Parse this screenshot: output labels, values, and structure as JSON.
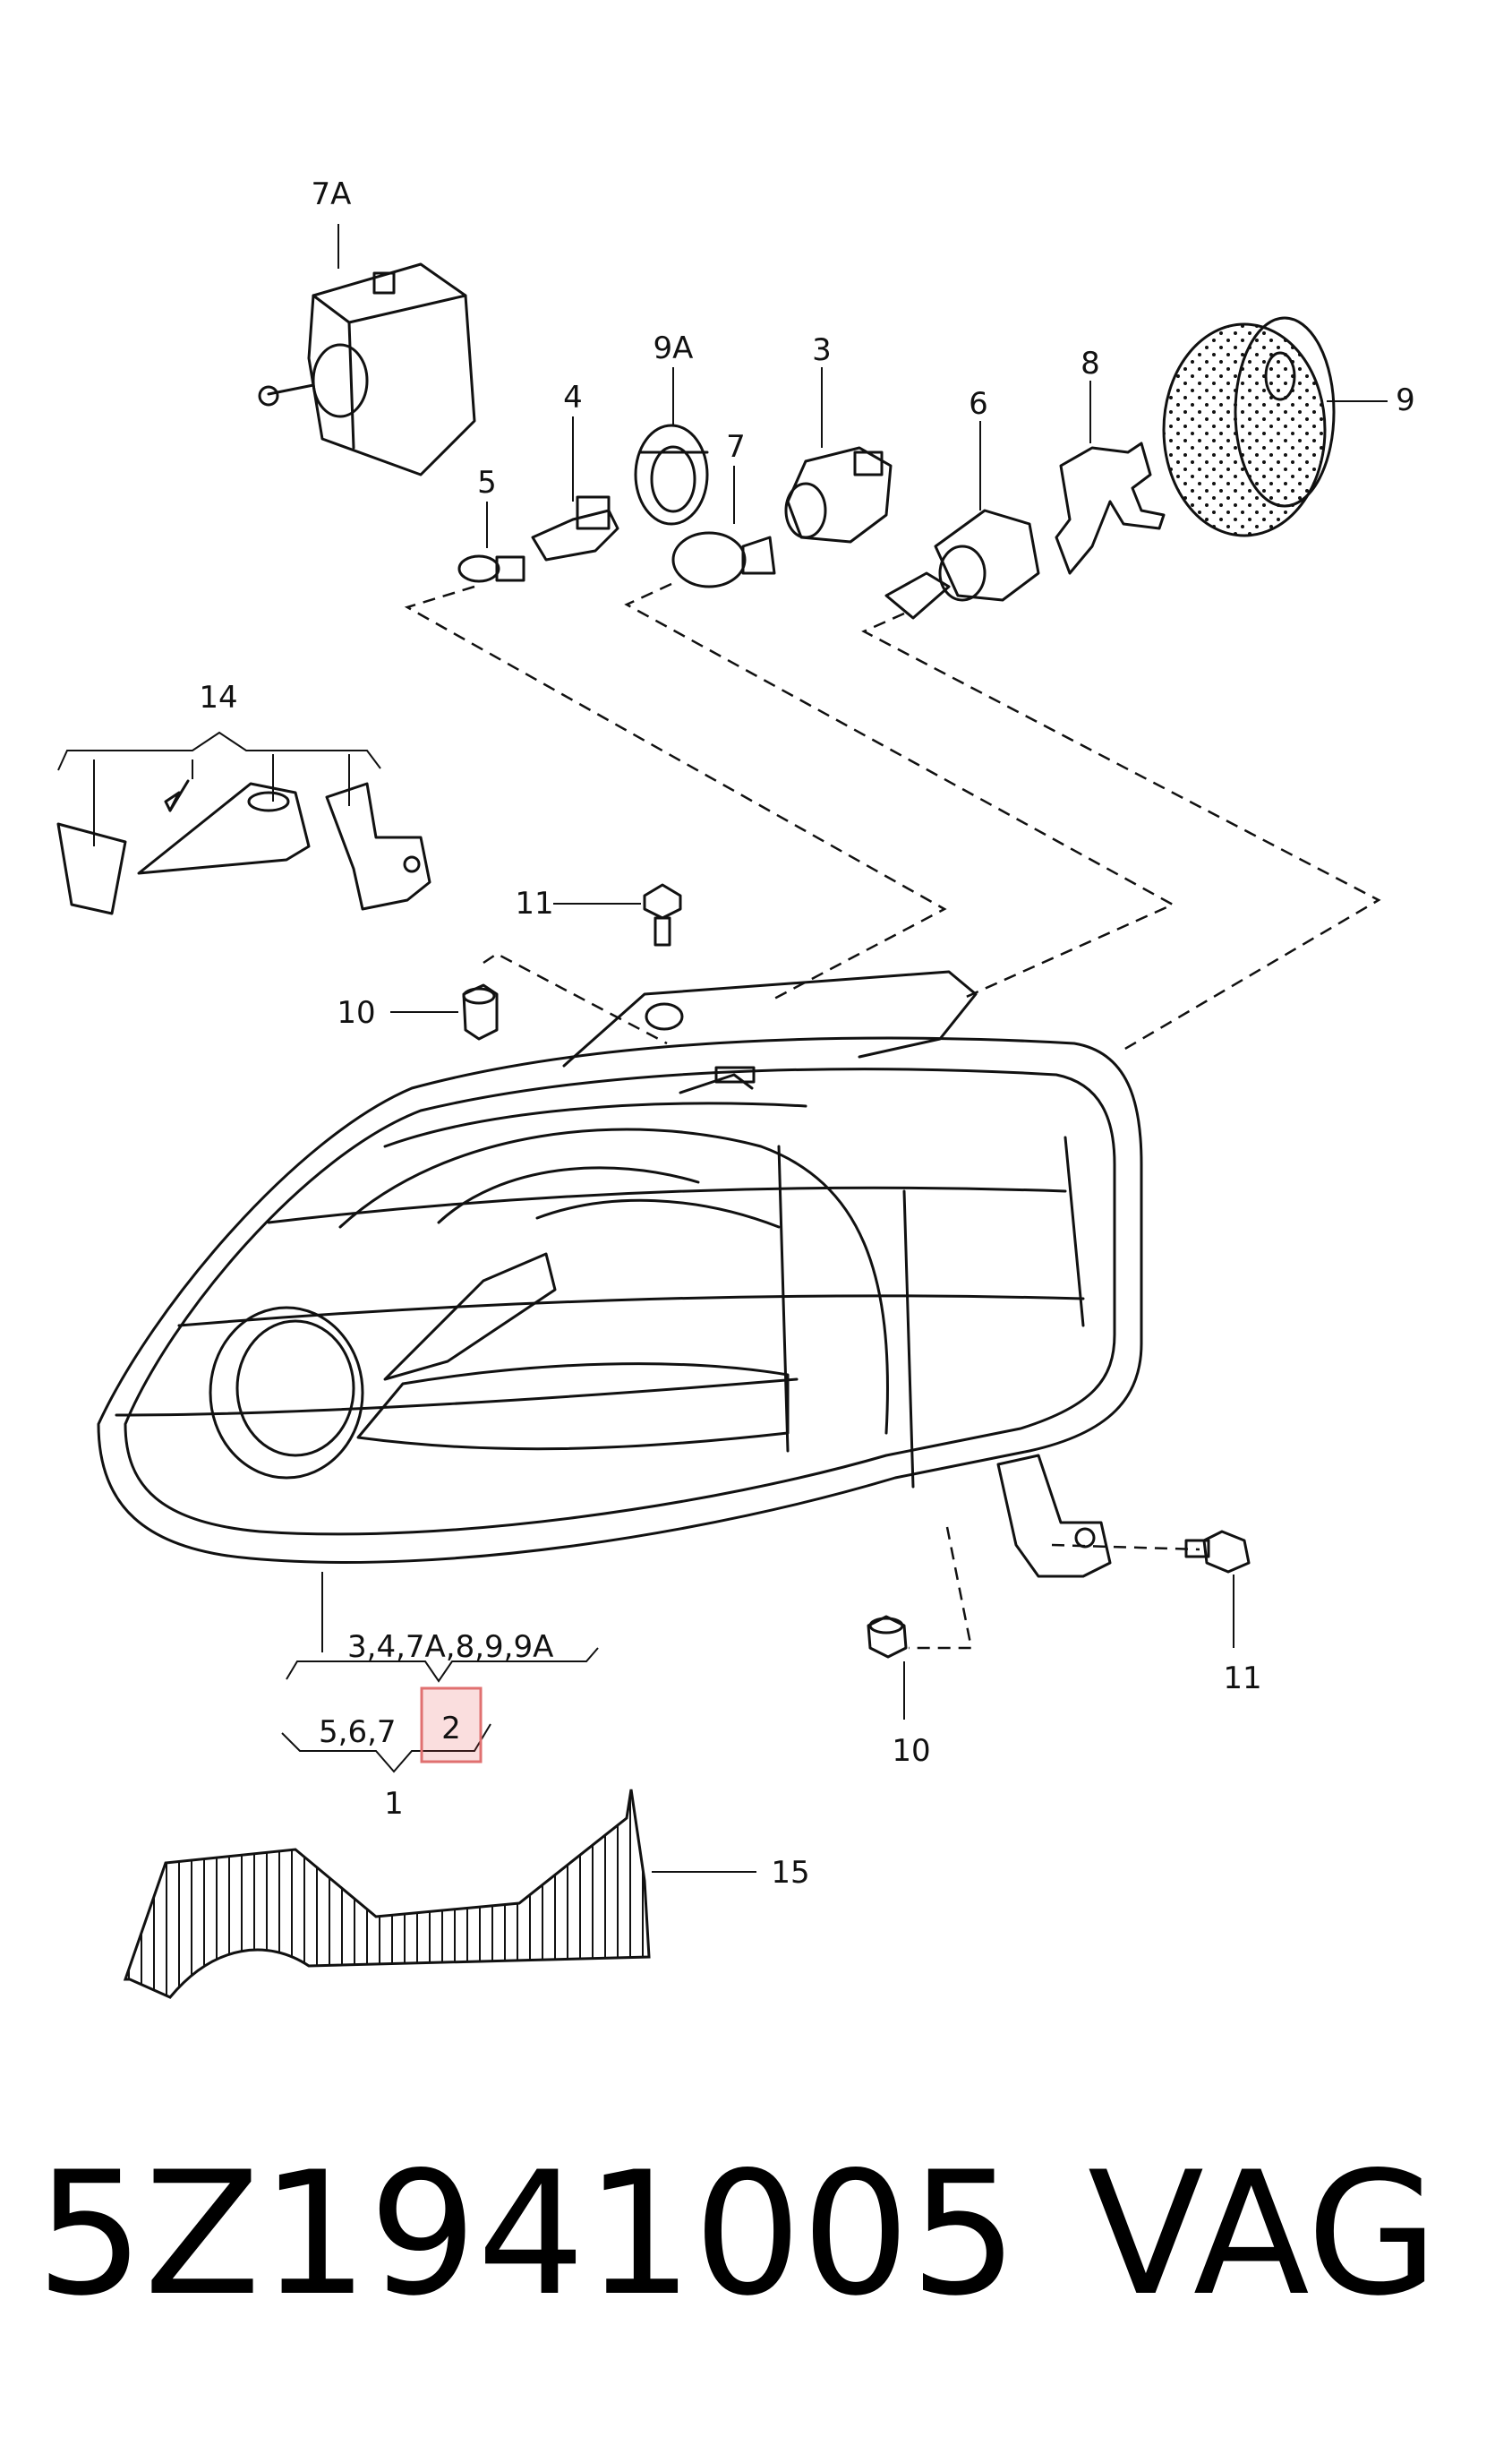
{
  "labels": {
    "l7a": "7A",
    "l9a": "9A",
    "l3": "3",
    "l8": "8",
    "l4": "4",
    "l7": "7",
    "l6": "6",
    "l9": "9",
    "l5": "5",
    "l14": "14",
    "l11_top": "11",
    "l10_left": "10",
    "l_group_a": "3,4,7A,8,9,9A",
    "l_group_b": "5,6,7",
    "l2": "2",
    "l1": "1",
    "l10_right": "10",
    "l11_right": "11",
    "l15": "15"
  },
  "footer": {
    "part_number": "5Z1941005",
    "brand": "VAG"
  },
  "highlight_color": "#e07070"
}
